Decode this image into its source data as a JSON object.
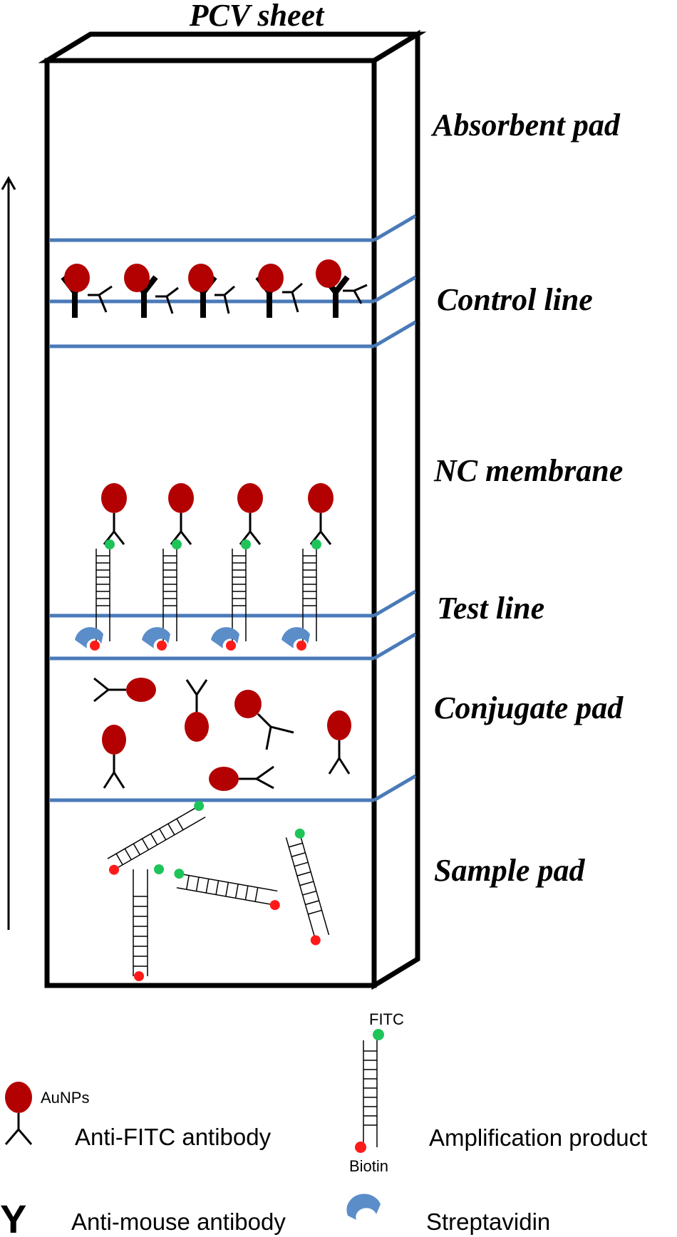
{
  "title": "PCV sheet",
  "zones": {
    "absorbent_pad": "Absorbent pad",
    "control_line": "Control line",
    "nc_membrane": "NC membrane",
    "test_line": "Test line",
    "conjugate_pad": "Conjugate pad",
    "sample_pad": "Sample pad"
  },
  "legend": {
    "aunps": "AuNPs",
    "anti_fitc": "Anti-FITC antibody",
    "anti_mouse": "Anti-mouse antibody",
    "fitc": "FITC",
    "biotin": "Biotin",
    "amplification": "Amplification product",
    "streptavidin": "Streptavidin",
    "anti_mouse_glyph": "Y"
  },
  "colors": {
    "gold_nanoparticle": "#b30000",
    "fitc": "#1ec45a",
    "biotin": "#ff1a1a",
    "line": "#4a7ab8",
    "streptavidin": "#5b8dc9",
    "outline": "#000000"
  }
}
